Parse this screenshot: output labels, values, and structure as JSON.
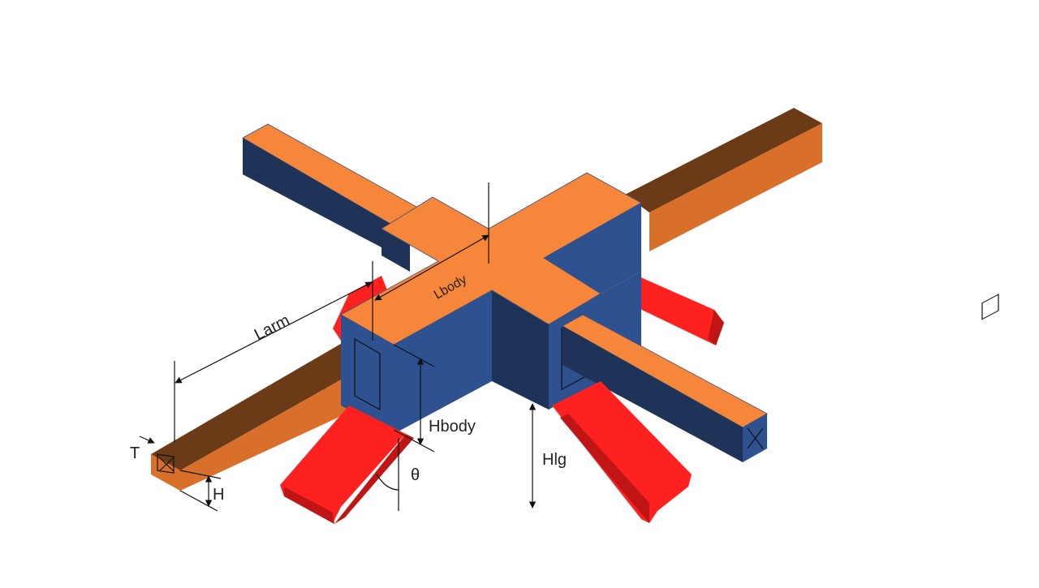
{
  "labels": {
    "larm": "Larm",
    "lbody": "Lbody",
    "hbody": "Hbody",
    "hlg": "Hlg",
    "theta": "θ",
    "h": "H",
    "t": "T"
  },
  "colors": {
    "orange_top": "#f5863a",
    "orange_side": "#d86f2a",
    "brown_side": "#6b3a16",
    "blue_front": "#2e5190",
    "navy_side": "#1f3358",
    "red_leg": "#ff2020",
    "red_dark": "#c01515",
    "background": "#ffffff"
  }
}
